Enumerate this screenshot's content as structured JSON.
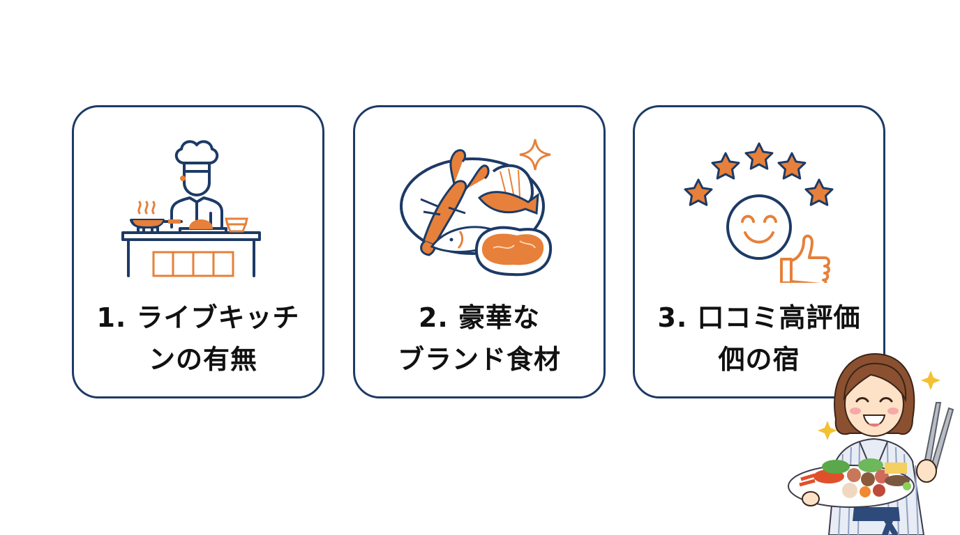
{
  "colors": {
    "navy": "#1d3a66",
    "orange": "#e6803a",
    "text": "#111111",
    "background": "#ffffff",
    "sparkle": "#f3c132"
  },
  "cards": [
    {
      "number": "1.",
      "title_line1": "1. ライブキッチ",
      "title_line2": "ンの有無",
      "icon": "chef-live-kitchen-icon"
    },
    {
      "number": "2.",
      "title_line1": "2. 豪華な",
      "title_line2": "ブランド食材",
      "icon": "seafood-steak-platter-icon"
    },
    {
      "number": "3.",
      "title_line1": "3. 口コミ高評価",
      "title_line2": "伵の宿",
      "icon": "five-star-smiley-thumbs-up-icon"
    }
  ],
  "mascot": {
    "description": "woman-in-yukata-holding-buffet-platter-and-tongs",
    "icon": "mascot-illustration"
  }
}
